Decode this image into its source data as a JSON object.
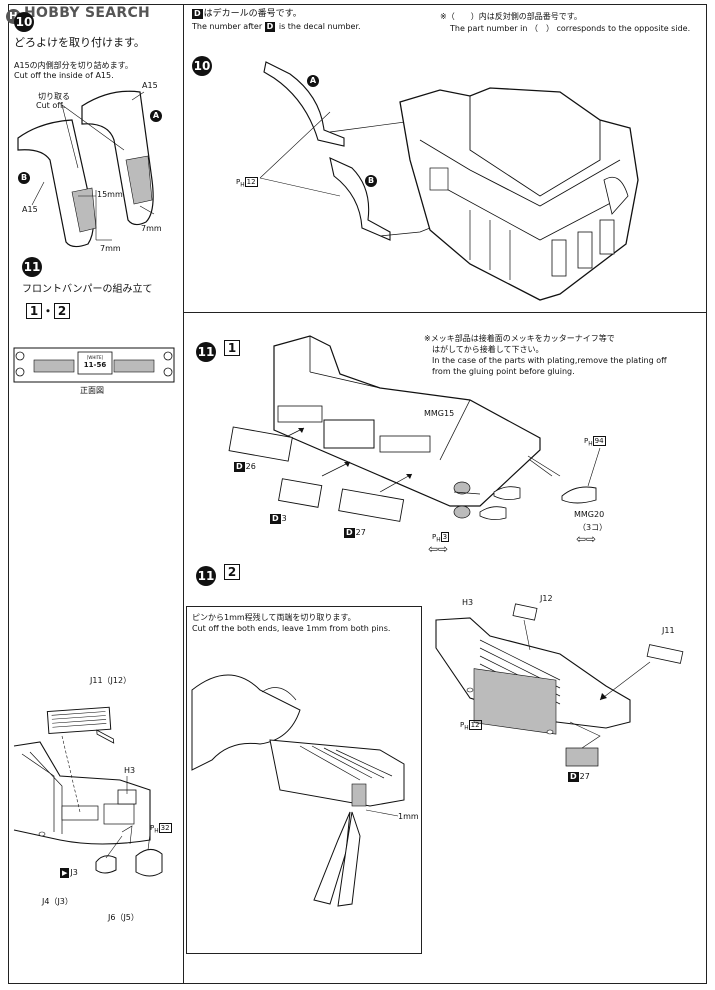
{
  "watermark": "HOBBY SEARCH",
  "left": {
    "step10_num": "10",
    "step10_title": "どろよけを取り付けます。",
    "note_jp": "A15の内側部分を切り詰めます。",
    "note_en": "Cut off the inside of A15.",
    "cut_jp": "切り取る",
    "cut_en": "Cut off.",
    "part_a15_top": "A15",
    "part_a15_left": "A15",
    "label_a": "A",
    "label_b": "B",
    "dim_15": "15mm",
    "dim_7a": "7mm",
    "dim_7b": "7mm",
    "step11_num": "11",
    "step11_title": "フロントバンパーの組み立て",
    "sub1": "1",
    "sub_sep": "・",
    "sub2": "2",
    "plate_line1": "[WHITE]",
    "plate_line2": "11-56",
    "front_view": "正面図",
    "j11": "J11（J12）",
    "h3": "H3",
    "ph_text": "P",
    "ph_sub": "H",
    "ph_num": "32",
    "j3": "J3",
    "j4": "J4（J3）",
    "j6": "J6（J5）"
  },
  "top_right": {
    "decal_badge": "D",
    "decal_jp": "はデカールの番号です。",
    "decal_en_pre": "The number after",
    "decal_en_post": "is the decal number.",
    "paren_jp": "※（　　）内は反対側の部品番号です。",
    "paren_en": "The part number in （　） corresponds to the opposite side.",
    "step10_num": "10",
    "label_a": "A",
    "label_b": "B",
    "ph_num": "12"
  },
  "step11_1": {
    "num": "11",
    "sub": "1",
    "note_jp1": "※メッキ部品は接着面のメッキをカッターナイフ等で",
    "note_jp2": "はがしてから接着して下さい。",
    "note_en1": "In the case of the parts with plating,remove the plating off",
    "note_en2": "from the gluing point before gluing.",
    "mmg15": "MMG15",
    "mmg20": "MMG20",
    "qty": "（3コ）",
    "d26": "26",
    "d3": "3",
    "d27": "27",
    "ph94": "94",
    "ph3": "3"
  },
  "step11_2": {
    "num": "11",
    "sub": "2",
    "pin_jp": "ピンから1mm程残して両端を切り取ります。",
    "pin_en": "Cut off the both ends, leave 1mm from both pins.",
    "dim_1mm": "1mm",
    "h3": "H3",
    "j12": "J12",
    "j11": "J11",
    "ph12": "12",
    "d27": "27"
  }
}
